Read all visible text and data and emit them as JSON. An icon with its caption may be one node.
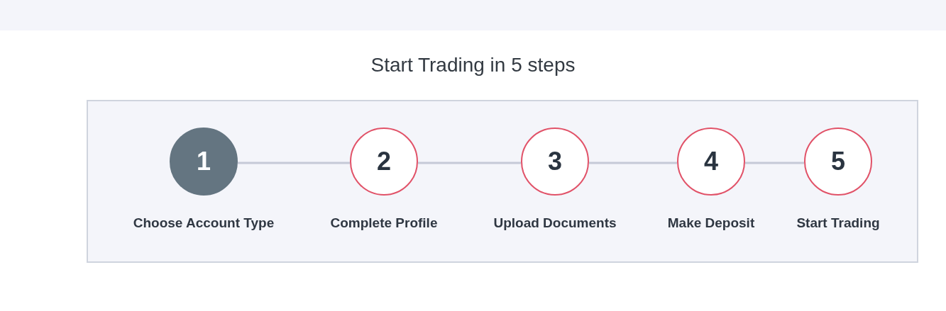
{
  "diagram": {
    "title": "Start Trading in 5 steps",
    "nodes": [
      {
        "text": [
          "1"
        ],
        "beside": [
          "Choose Account Type"
        ]
      },
      {
        "text": [
          "2"
        ],
        "beside": [
          "Complete Profile"
        ]
      },
      {
        "text": [
          "3"
        ],
        "beside": [
          "Upload Documents"
        ]
      },
      {
        "text": [
          "4"
        ],
        "beside": [
          "Make Deposit"
        ]
      },
      {
        "text": [
          "5"
        ],
        "beside": [
          "Start Trading"
        ]
      }
    ],
    "edges": [
      {
        "from": 0,
        "to": 1,
        "arrow": "none"
      },
      {
        "from": 1,
        "to": 2,
        "arrow": "none"
      },
      {
        "from": 2,
        "to": 3,
        "arrow": "none"
      },
      {
        "from": 3,
        "to": 4,
        "arrow": "none"
      }
    ]
  }
}
